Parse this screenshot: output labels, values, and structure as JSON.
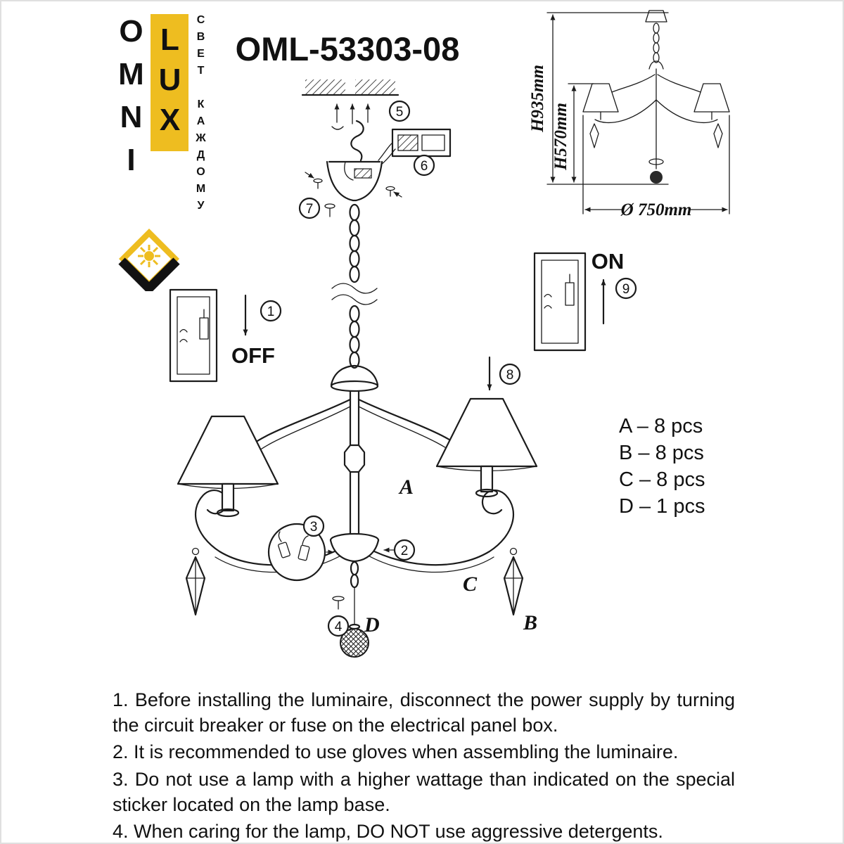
{
  "header": {
    "model": "OML-53303-08"
  },
  "brand": {
    "omni": "OMNI",
    "lux": "LUX",
    "tagline": "СВЕТ КАЖДОМУ"
  },
  "dim_diagram": {
    "h_total": "H935mm",
    "h_body": "H570mm",
    "diameter": "Ø 750mm"
  },
  "power": {
    "off": "OFF",
    "on": "ON"
  },
  "steps": [
    "1",
    "2",
    "3",
    "4",
    "5",
    "6",
    "7",
    "8",
    "9"
  ],
  "labels": {
    "a": "A",
    "b": "B",
    "c": "C",
    "d": "D"
  },
  "parts_list": [
    "A – 8 pcs",
    "B – 8 pcs",
    "C – 8 pcs",
    "D – 1 pcs"
  ],
  "instructions": [
    "1. Before installing the luminaire, disconnect the power supply by turning the circuit breaker or fuse on the electrical panel box.",
    "2. It is recommended to use gloves when assembling the luminaire.",
    "3. Do not use a lamp with a higher wattage than indicated on the special sticker located on the lamp base.",
    "4. When caring for the lamp, DO NOT use aggressive detergents."
  ],
  "colors": {
    "brand_yellow": "#eebd20",
    "ink": "#1b1b1b"
  }
}
